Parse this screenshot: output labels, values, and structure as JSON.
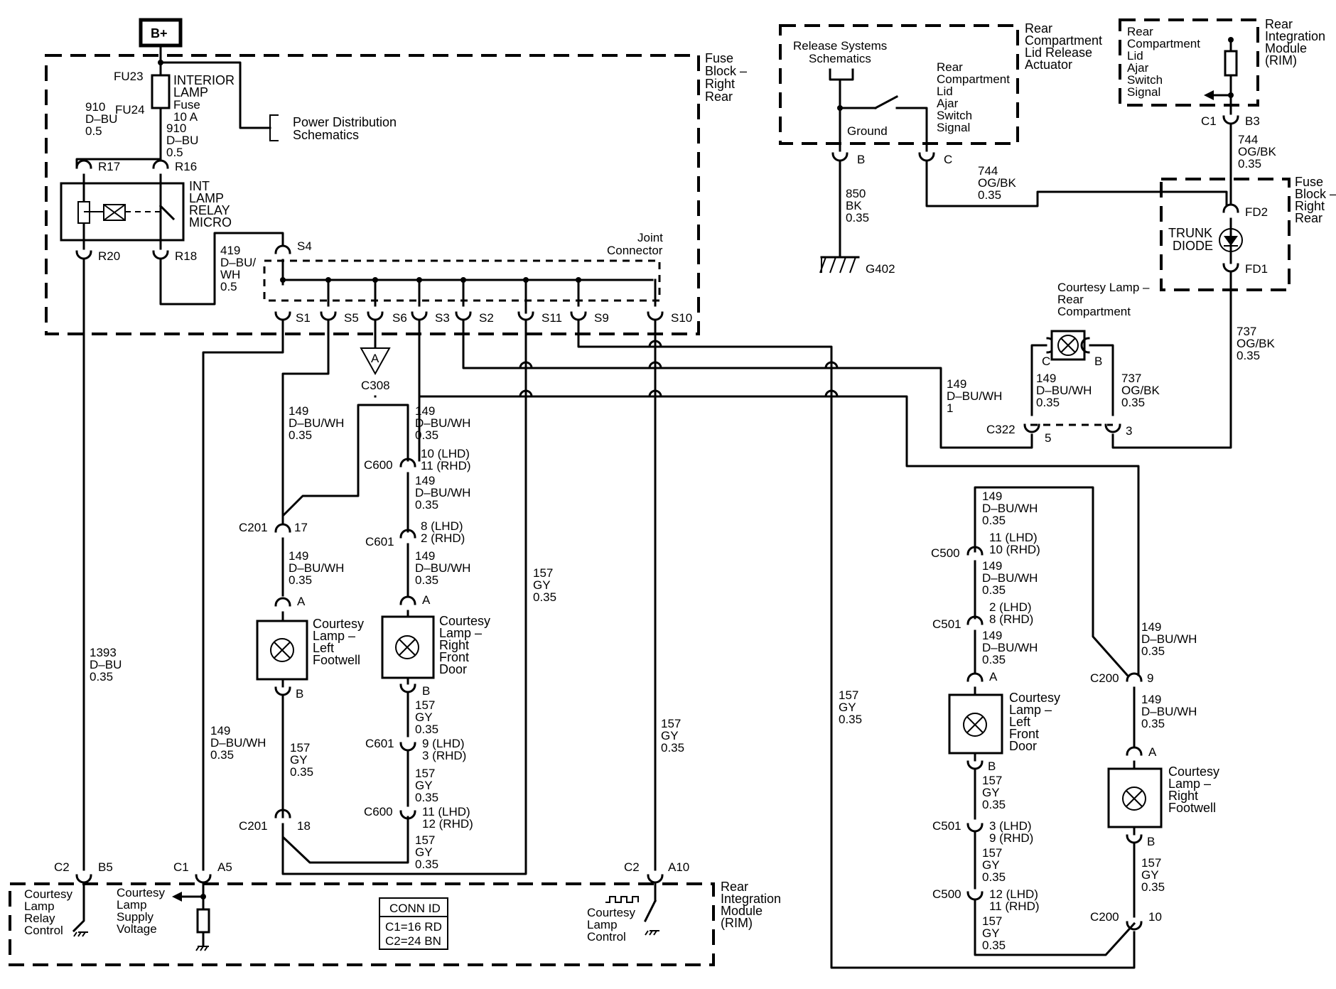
{
  "power": {
    "battery": "B+",
    "fu23": "FU23",
    "fu24": "FU24",
    "fuse_name": [
      "INTERIOR",
      "LAMP",
      "Fuse",
      "10 A"
    ]
  },
  "fuse_block_left": [
    "Fuse",
    "Block –",
    "Right",
    "Rear"
  ],
  "power_distribution": [
    "Power Distribution",
    "Schematics"
  ],
  "relay": {
    "name": [
      "INT",
      "LAMP",
      "RELAY",
      "MICRO"
    ],
    "r17": "R17",
    "r16": "R16",
    "r20": "R20",
    "r18": "R18"
  },
  "wires": {
    "w910_left": [
      "910",
      "D–BU",
      "0.5"
    ],
    "w910_mid": [
      "910",
      "D–BU",
      "0.5"
    ],
    "w419": [
      "419",
      "D–BU/",
      "WH",
      "0.5"
    ],
    "w1393": [
      "1393",
      "D–BU",
      "0.35"
    ],
    "w149_rim": [
      "149",
      "D–BU/WH",
      "0.35"
    ],
    "w149_s5": [
      "149",
      "D–BU/WH",
      "0.35"
    ],
    "w149_s6": [
      "149",
      "D–BU/WH",
      "0.35"
    ],
    "w149_c600": [
      "149",
      "D–BU/WH",
      "0.35"
    ],
    "w149_c601": [
      "149",
      "D–BU/WH",
      "0.35"
    ],
    "w149_c201": [
      "149",
      "D–BU/WH",
      "0.35"
    ],
    "w157_lf": [
      "157",
      "GY",
      "0.35"
    ],
    "w157_rf1": [
      "157",
      "GY",
      "0.35"
    ],
    "w157_rf2": [
      "157",
      "GY",
      "0.35"
    ],
    "w157_rf3": [
      "157",
      "GY",
      "0.35"
    ],
    "w157_s11": [
      "157",
      "GY",
      "0.35"
    ],
    "w157_a10": [
      "157",
      "GY",
      "0.35"
    ],
    "w157_far": [
      "157",
      "GY",
      "0.35"
    ],
    "w850": [
      "850",
      "BK",
      "0.35"
    ],
    "w744_top": [
      "744",
      "OG/BK",
      "0.35"
    ],
    "w744_mid": [
      "744",
      "OG/BK",
      "0.35"
    ],
    "w737_right": [
      "737",
      "OG/BK",
      "0.35"
    ],
    "w737_c322": [
      "737",
      "OG/BK",
      "0.35"
    ],
    "w149_c322": [
      "149",
      "D–BU/WH",
      "0.35"
    ],
    "w149_c322b": [
      "149",
      "D–BU/WH",
      "1"
    ],
    "w149_lfd1": [
      "149",
      "D–BU/WH",
      "0.35"
    ],
    "w149_lfd2": [
      "149",
      "D–BU/WH",
      "0.35"
    ],
    "w149_lfd3": [
      "149",
      "D–BU/WH",
      "0.35"
    ],
    "w149_c200a": [
      "149",
      "D–BU/WH",
      "0.35"
    ],
    "w149_c200b": [
      "149",
      "D–BU/WH",
      "0.35"
    ],
    "w157_lfd1": [
      "157",
      "GY",
      "0.35"
    ],
    "w157_lfd2": [
      "157",
      "GY",
      "0.35"
    ],
    "w157_lfd3": [
      "157",
      "GY",
      "0.35"
    ],
    "w157_rfw": [
      "157",
      "GY",
      "0.35"
    ]
  },
  "joint": {
    "title": [
      "Joint",
      "Connector"
    ],
    "pins": [
      "S4",
      "S1",
      "S5",
      "S6",
      "S3",
      "S2",
      "S11",
      "S9",
      "S10"
    ]
  },
  "c308": {
    "label": "C308",
    "letter": "A"
  },
  "connectors": {
    "c600_top": [
      "C600",
      "10 (LHD)",
      "11 (RHD)"
    ],
    "c601_top": [
      "C601",
      "8 (LHD)",
      "2 (RHD)"
    ],
    "c201_top": [
      "C201",
      "17"
    ],
    "c601_bot": [
      "C601",
      "9 (LHD)",
      "3 (RHD)"
    ],
    "c600_bot": [
      "C600",
      "11 (LHD)",
      "12 (RHD)"
    ],
    "c201_bot": [
      "C201",
      "18"
    ],
    "c500_top": [
      "C500",
      "11 (LHD)",
      "10 (RHD)"
    ],
    "c501_top": [
      "C501",
      "2 (LHD)",
      "8 (RHD)"
    ],
    "c501_bot": [
      "C501",
      "3 (LHD)",
      "9 (RHD)"
    ],
    "c500_bot": [
      "C500",
      "12 (LHD)",
      "11 (RHD)"
    ],
    "c200_top": [
      "C200",
      "9"
    ],
    "c200_bot": [
      "C200",
      "10"
    ],
    "c322": [
      "C322",
      "5",
      "3"
    ]
  },
  "lamps": {
    "left_footwell": [
      "Courtesy",
      "Lamp –",
      "Left",
      "Footwell"
    ],
    "right_front_door": [
      "Courtesy",
      "Lamp –",
      "Right",
      "Front",
      "Door"
    ],
    "left_front_door": [
      "Courtesy",
      "Lamp –",
      "Left",
      "Front",
      "Door"
    ],
    "right_footwell": [
      "Courtesy",
      "Lamp –",
      "Right",
      "Footwell"
    ],
    "rear_compartment": [
      "Courtesy Lamp –",
      "Rear",
      "Compartment"
    ],
    "pin_a": "A",
    "pin_b": "B",
    "pin_c": "C"
  },
  "rim": {
    "title": [
      "Rear",
      "Integration",
      "Module",
      "(RIM)"
    ],
    "c2": "C2",
    "b5": "B5",
    "c1": "C1",
    "a5": "A5",
    "c2b": "C2",
    "a10": "A10",
    "relay_ctrl": [
      "Courtesy",
      "Lamp",
      "Relay",
      "Control"
    ],
    "supply": [
      "Courtesy",
      "Lamp",
      "Supply",
      "Voltage"
    ],
    "lamp_ctrl": [
      "Courtesy",
      "Lamp",
      "Control"
    ],
    "conn_id": [
      "CONN ID",
      "C1=16 RD",
      "C2=24 BN"
    ]
  },
  "actuator": {
    "title": [
      "Rear",
      "Compartment",
      "Lid Release",
      "Actuator"
    ],
    "release": [
      "Release Systems",
      "Schematics"
    ],
    "ground": "Ground",
    "switch": [
      "Rear",
      "Compartment",
      "Lid",
      "Ajar",
      "Switch",
      "Signal"
    ],
    "pin_b": "B",
    "pin_c": "C",
    "g402": "G402"
  },
  "rim_top": {
    "title": [
      "Rear",
      "Integration",
      "Module",
      "(RIM)"
    ],
    "switch": [
      "Rear",
      "Compartment",
      "Lid",
      "Ajar",
      "Switch",
      "Signal"
    ],
    "c1": "C1",
    "b3": "B3"
  },
  "fuse_block_right": {
    "title": [
      "Fuse",
      "Block –",
      "Right",
      "Rear"
    ],
    "diode": [
      "TRUNK",
      "DIODE"
    ],
    "fd2": "FD2",
    "fd1": "FD1"
  }
}
